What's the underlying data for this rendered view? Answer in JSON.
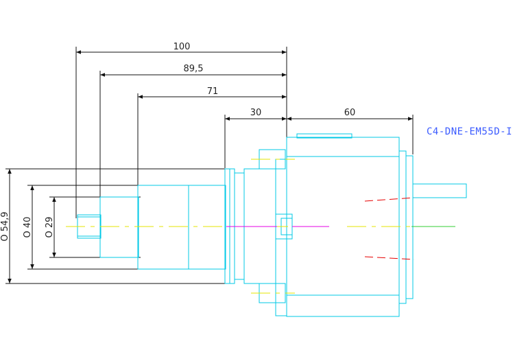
{
  "drawing": {
    "label": "C4-DNE-EM55D-I",
    "dimensions": {
      "len_100": "100",
      "len_89_5": "89,5",
      "len_71": "71",
      "len_30": "30",
      "len_60": "60",
      "dia_54_9": "O 54,9",
      "dia_40": "O 40",
      "dia_29": "O 29"
    },
    "colors": {
      "outline": "#00c8e6",
      "dimension": "#111111",
      "centerline": "#e6e600",
      "label": "#3b5bff"
    }
  }
}
